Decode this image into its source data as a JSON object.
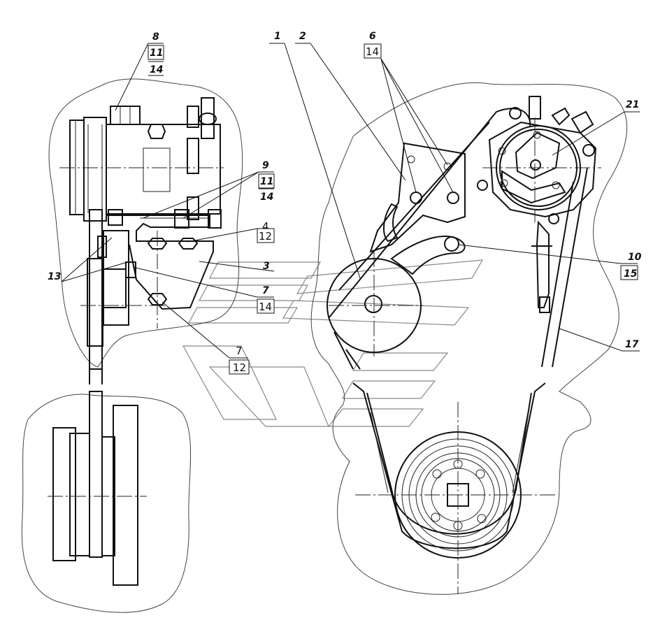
{
  "callouts": {
    "c8": "8",
    "c8_ref1": "11",
    "c8_ref2": "14",
    "c1": "1",
    "c2": "2",
    "c6": "6",
    "c6_ref": "14",
    "c21": "21",
    "c9": "9",
    "c9_ref1": "11",
    "c9_ref2": "14",
    "c4": "4",
    "c4_ref": "12",
    "c3": "3",
    "c13": "13",
    "c7a": "7",
    "c7a_ref": "14",
    "c7b": "7",
    "c7b_ref": "12",
    "c10": "10",
    "c10_ref": "15",
    "c17": "17"
  }
}
